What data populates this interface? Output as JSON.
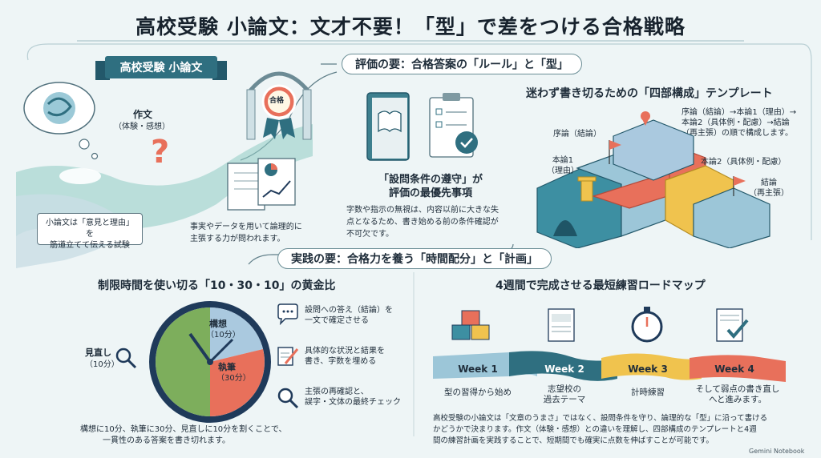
{
  "title": "高校受験 小論文：文才不要！「型」で差をつける合格戦略",
  "ribbon": "高校受験 小論文",
  "left": {
    "essay_label": "作文",
    "essay_sub": "（体験・感想）",
    "note": [
      "小論文は「意見と理由」を",
      "筋道立てて伝える試験"
    ],
    "data_text": [
      "事実やデータを用いて論理的に",
      "主張する力が問われます。"
    ],
    "medal_label": "合格"
  },
  "evaluation": {
    "header": "評価の要：合格答案の「ルール」と「型」",
    "heading": [
      "「設問条件の遵守」が",
      "評価の最優先事項"
    ],
    "text": [
      "字数や指示の無視は、内容以前に大きな失",
      "点となるため、書き始める前の条件確認が",
      "不可欠です。"
    ]
  },
  "template": {
    "title": "迷わず書き切るための「四部構成」テンプレート",
    "flow": [
      "序論（結論）→本論1（理由）→",
      "本論2（具体例・配慮）→結論",
      "（再主張）の順で構成します。"
    ],
    "intro": "序論（結論）",
    "body1": [
      "本論1",
      "（理由）"
    ],
    "body2": "本論2（具体例・配慮）",
    "conclusion": [
      "結論",
      "（再主張）"
    ]
  },
  "practice": {
    "header": "実践の要：合格力を養う「時間配分」と「計画」"
  },
  "time": {
    "title": "制限時間を使い切る「10・30・10」の黄金比",
    "kousou": "構想",
    "kousou_time": "（10分）",
    "shippitsu": "執筆",
    "shippitsu_time": "（30分）",
    "minaoshi": "見直し",
    "minaoshi_time": "（10分）",
    "step1": [
      "設問への答え（結論）を",
      "一文で確定させる"
    ],
    "step2": [
      "具体的な状況と結果を",
      "書き、字数を埋める"
    ],
    "step3": [
      "主張の再確認と、",
      "誤字・文体の最終チェック"
    ],
    "summary": [
      "構想に10分、執筆に30分、見直しに10分を割くことで、",
      "一貫性のある答案を書き切れます。"
    ]
  },
  "roadmap": {
    "title": "4週間で完成させる最短練習ロードマップ",
    "weeks": [
      "Week 1",
      "Week 2",
      "Week 3",
      "Week 4"
    ],
    "descs": [
      [
        "型の習得から始め"
      ],
      [
        "志望校の",
        "過去テーマ"
      ],
      [
        "計時練習"
      ],
      [
        "そして弱点の書き直し",
        "へと進みます。"
      ]
    ],
    "summary": [
      "高校受験の小論文は「文章のうまさ」ではなく、設問条件を守り、論理的な「型」に沿って書ける",
      "かどうかで決まります。作文（体験・感想）との違いを理解し、四部構成のテンプレートと4週",
      "間の練習計画を実践することで、短期間でも確実に点数を伸ばすことが可能です。"
    ]
  },
  "footer": "Gemini Notebook",
  "colors": {
    "teal": "#2f6f80",
    "green": "#7dae5c",
    "red": "#e8705b",
    "blue": "#aac9df",
    "yellow": "#f0c34e",
    "navy": "#1f3a5a"
  }
}
